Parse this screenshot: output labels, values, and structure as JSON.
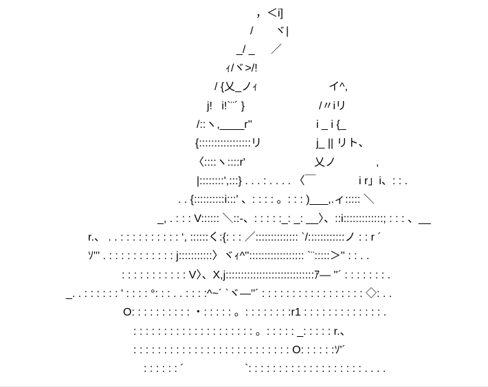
{
  "art": {
    "l1": [
      "，＜i]"
    ],
    "l2": [
      "/",
      "ヾ|"
    ],
    "l3": [
      "_/ _",
      "／"
    ],
    "l4": [
      "ｨ/ヾ>/!"
    ],
    "l5": [
      "/ {乂_ノｨ",
      "イ^,"
    ],
    "l6": [
      "j!   i!`¨´ }",
      "/〃iリ"
    ],
    "l7": [
      "/::ヽ,____r''",
      "i _ i {_"
    ],
    "l8": [
      "{:::::::::::::::::リ",
      "j_ || リト、"
    ],
    "l9": [
      "〈::::ヽ::::r'",
      "乂ノ",
      ","
    ],
    "l10": [
      "|::::::::',:::} . . . : . . . . 〈￣",
      "i r」i、: : ."
    ],
    "l11": [
      ". . {::::::::::i:::' 、: : : : 。: : : )___,.ィ::::: ＼"
    ],
    "l12": [
      "_, . : : : V:::::: ＼::-、: : : : :_: _: __〉、::i:::::::::::::; : : : 、__"
    ],
    "l13": [
      "r.、 . . : : : : : : : : : : ‘, ::::::く:{: : : ／:::::::::::::: `/::::::::::::ノ : : r ´"
    ],
    "l14": [
      "ｿ''' . : : : : : : : : : : : j:::::::::::〉ヾｨ^'':::::::::::::::::: `¨:::::＞'' : : . ."
    ],
    "l15": [
      ": : : : : : : : : : : V〉、X,j:::::::::::::::::::::::::::::ｱ― ''´ : : : : : : : ."
    ],
    "l16": [
      "_. . : : : : : : ' : : : : °: : : . . : : : :^~´ `ヾ―''´ : : : : : : : : : : : : : : : : : ◇: . ."
    ],
    "l17": [
      "O: : : : : : : : : : ・: : : : : 。: : : : : : : :r1 : : : : : : : : : : : : : ."
    ],
    "l18": [
      ": : : : : : : : : : : : : : : : : : : : 。: : : : : _: : : : : r.、"
    ],
    "l19": [
      ": : : : : : : : : : : : : : : : : : : : : : : : : : O: : : : : :ｿ'´"
    ],
    "l20": [
      ": : : : : : ´",
      "`: : : : : : : : : : : : : : : : : : : . . . ."
    ]
  }
}
